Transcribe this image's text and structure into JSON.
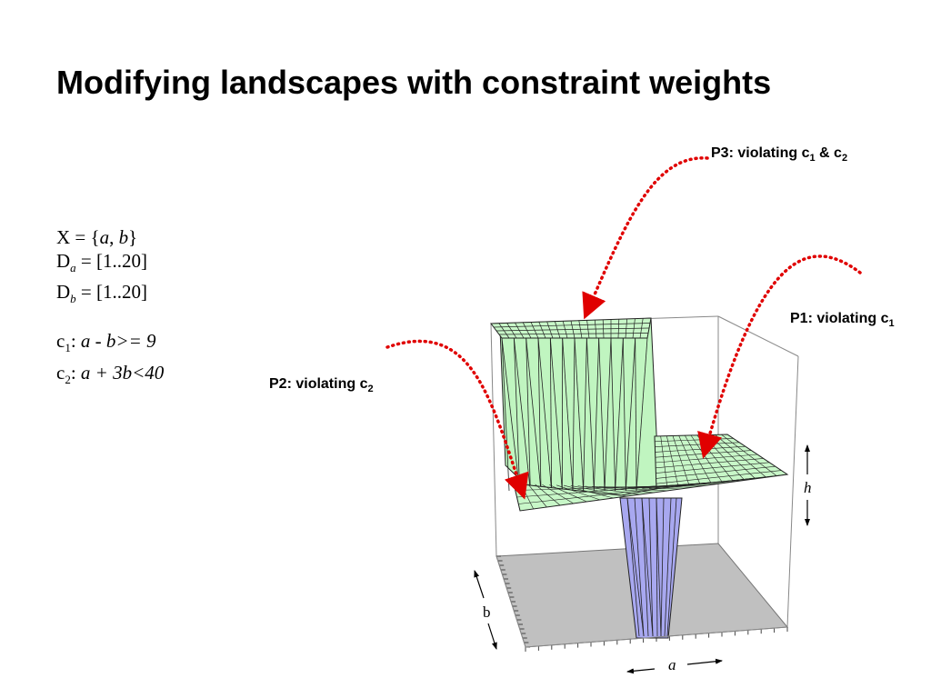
{
  "title": "Modifying landscapes with constraint weights",
  "definitions": {
    "x_set": {
      "prefix": "X = {",
      "a": "a",
      "sep": ", ",
      "b": "b",
      "suffix": "}"
    },
    "da": {
      "main": "D",
      "sub": "a",
      "rest": " = [1..20]"
    },
    "db": {
      "main": "D",
      "sub": "b",
      "rest": " = [1..20]"
    },
    "c1": {
      "main": "c",
      "sub": "1",
      "colon": ": ",
      "expr": "a - b>= 9"
    },
    "c2": {
      "main": "c",
      "sub": "2",
      "colon": ": ",
      "expr": "a + 3b<40"
    }
  },
  "callouts": {
    "p3": {
      "text": "P3: violating c",
      "sub1": "1",
      "mid": " & c",
      "sub2": "2"
    },
    "p1": {
      "text": "P1: violating c",
      "sub": "1"
    },
    "p2": {
      "text": "P2: violating c",
      "sub": "2"
    }
  },
  "axes": {
    "a": "a",
    "b": "b",
    "h": "h"
  },
  "colors": {
    "high_plateau": "#c8f7c8",
    "wall": "#c0f5c0",
    "well": "#a8a8f0",
    "floor": "#c0c0c0",
    "arrow": "#e00000"
  }
}
